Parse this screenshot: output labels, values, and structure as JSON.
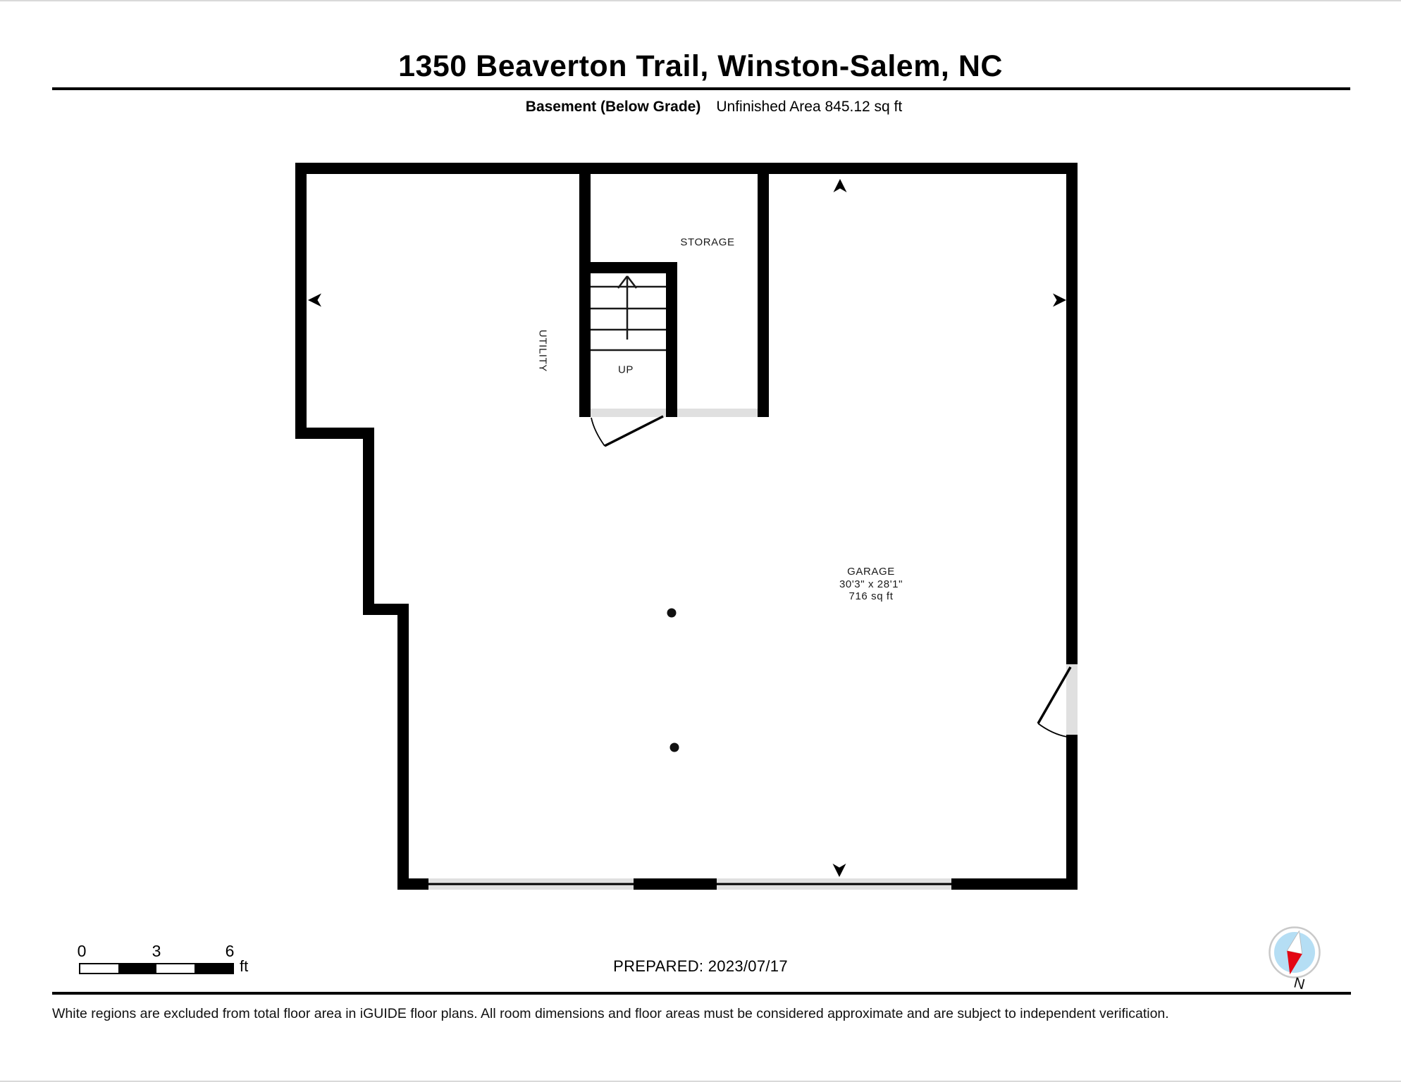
{
  "header": {
    "title": "1350 Beaverton Trail, Winston-Salem, NC",
    "floor_label": "Basement (Below Grade)",
    "area_label": "Unfinished Area 845.12 sq ft"
  },
  "plan": {
    "rooms": {
      "storage": {
        "label": "STORAGE"
      },
      "utility": {
        "label": "UTILITY"
      },
      "stairs": {
        "direction_label": "UP"
      },
      "garage": {
        "label": "GARAGE",
        "dimensions": "30'3\" x 28'1\"",
        "area": "716 sq ft"
      }
    }
  },
  "scale_bar": {
    "tick0": "0",
    "tick1": "3",
    "tick2": "6",
    "unit": "ft"
  },
  "compass": {
    "north_label": "N"
  },
  "footer": {
    "prepared": "PREPARED: 2023/07/17",
    "disclaimer": "White regions are excluded from total floor area in iGUIDE floor plans. All room dimensions and floor areas must be considered approximate and are subject to independent verification."
  },
  "colors": {
    "wall": "#000000",
    "opening": "#e0e0e0",
    "door_line": "#000000",
    "compass_blue": "#b5def4",
    "compass_red": "#e30613",
    "compass_ring": "#c9c9c9"
  }
}
